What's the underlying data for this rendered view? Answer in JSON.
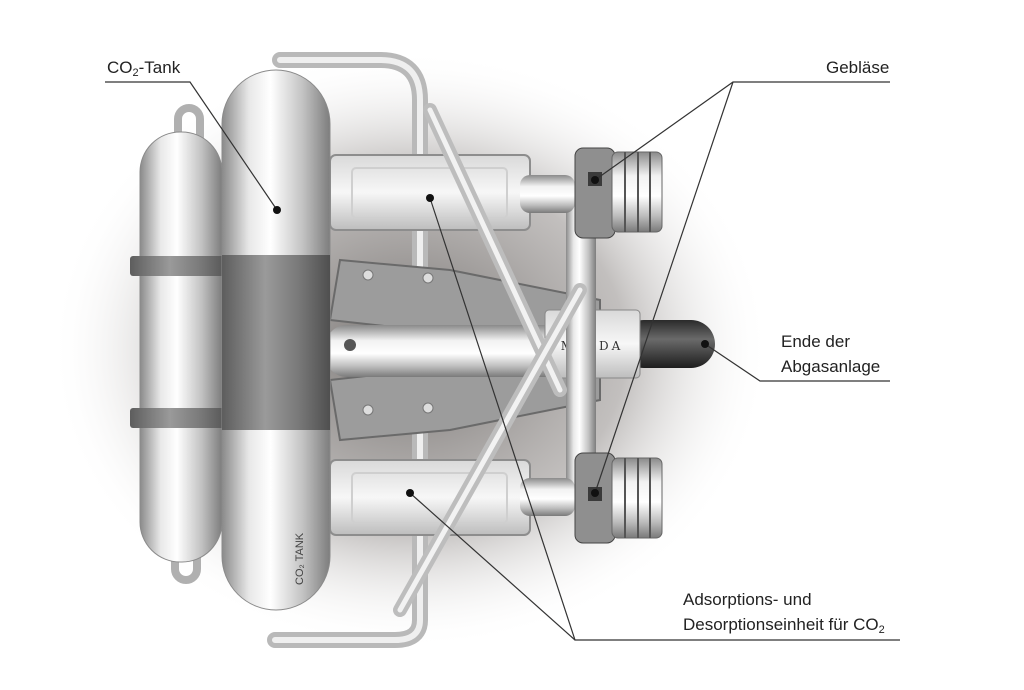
{
  "labels": {
    "co2_tank": {
      "prefix": "CO",
      "sub": "2",
      "suffix": "-Tank"
    },
    "geblaese": "Gebläse",
    "ende_line1": "Ende der",
    "ende_line2": "Abgasanlage",
    "adsorption_line1": "Adsorptions- und",
    "adsorption_line2": {
      "prefix": "Desorptionseinheit für CO",
      "sub": "2"
    }
  },
  "product": {
    "brand_plate": "MAZDA",
    "tank_marking": "CO₂ TANK"
  },
  "colors": {
    "metal_light": "#f2f2f2",
    "metal_mid": "#bdbdbd",
    "metal_dark": "#7a7a7a",
    "shadow": "#8e8a88",
    "leader": "#333333"
  }
}
